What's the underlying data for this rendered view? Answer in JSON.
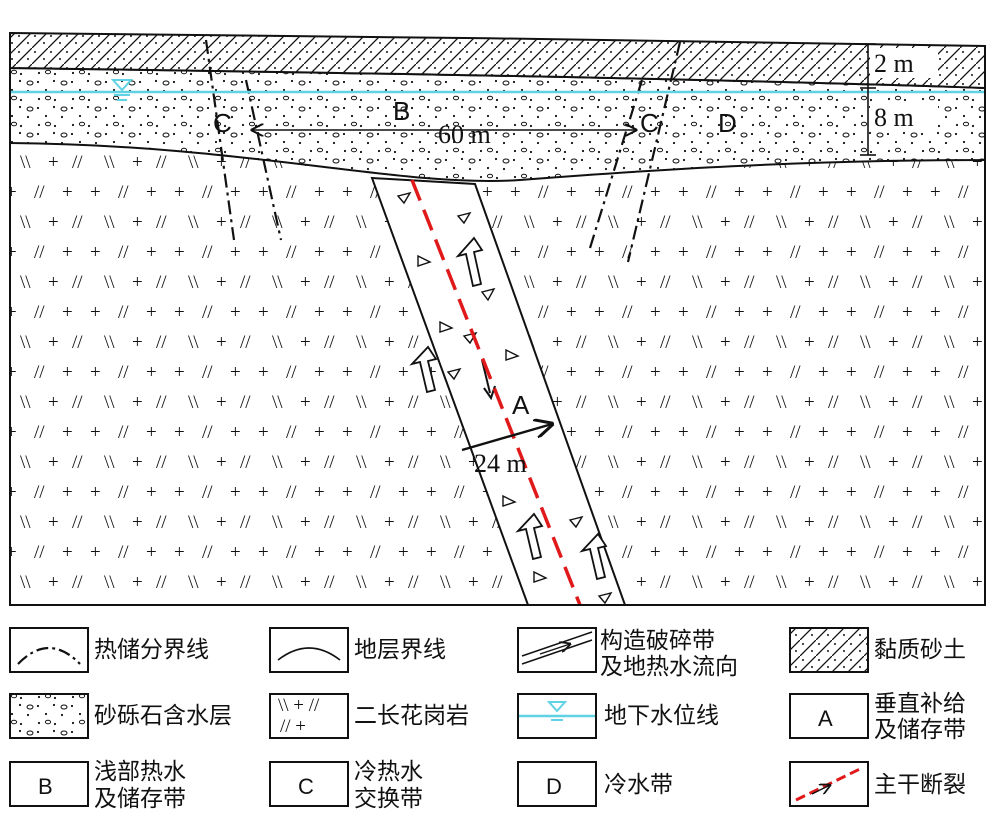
{
  "diagram": {
    "zone_labels": {
      "c_left": "C",
      "b": "B",
      "c_right": "C",
      "d": "D",
      "a": "A"
    },
    "dimensions": {
      "clay_thickness": "2 m",
      "aquifer_thickness": "8 m",
      "zone_b_width": "60 m",
      "fracture_width": "24 m"
    },
    "colors": {
      "fault": "#e0191b",
      "water_table": "#5fd3e3",
      "line": "#111111"
    }
  },
  "legend": [
    {
      "symbol": "reservoir-boundary-line",
      "lines": [
        "热储分界线"
      ]
    },
    {
      "symbol": "stratum-boundary-line",
      "lines": [
        "地层界线"
      ]
    },
    {
      "symbol": "fracture-zone-flow",
      "lines": [
        "构造破碎带",
        "及地热水流向"
      ]
    },
    {
      "symbol": "clayey-sand",
      "lines": [
        "黏质砂土"
      ]
    },
    {
      "symbol": "sandy-gravel-aquifer",
      "lines": [
        "砂砾石含水层"
      ]
    },
    {
      "symbol": "granite",
      "lines": [
        "二长花岗岩"
      ]
    },
    {
      "symbol": "water-table",
      "lines": [
        "地下水位线"
      ]
    },
    {
      "symbol": "box-a",
      "box_label": "A",
      "lines": [
        "垂直补给",
        "及储存带"
      ]
    },
    {
      "symbol": "box-b",
      "box_label": "B",
      "lines": [
        "浅部热水",
        "及储存带"
      ]
    },
    {
      "symbol": "box-c",
      "box_label": "C",
      "lines": [
        "冷热水",
        "交换带"
      ]
    },
    {
      "symbol": "box-d",
      "box_label": "D",
      "lines": [
        "冷水带"
      ]
    },
    {
      "symbol": "main-fault",
      "lines": [
        "主干断裂"
      ]
    }
  ]
}
